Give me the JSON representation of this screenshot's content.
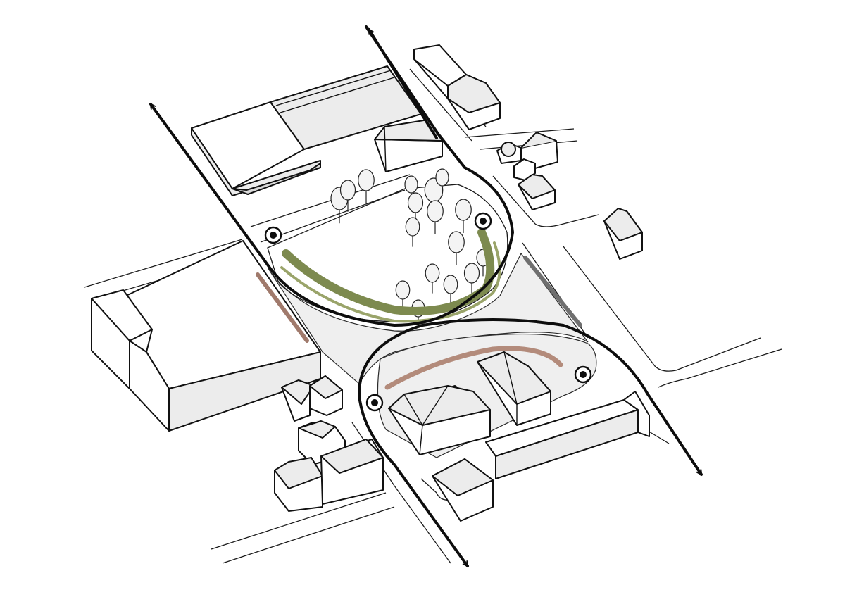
{
  "colors": {
    "background": "#ffffff",
    "ink": "#111111",
    "plaza_fill": "#efefef",
    "green_band": "#7d8a4f",
    "green_band_light": "#9aa46a",
    "brown_band": "#a07a6c",
    "brown_band_light": "#b38b7b",
    "grey_band": "#6f6f6f",
    "building_white": "#ffffff",
    "building_shade": "#ececec"
  },
  "legend_items": [],
  "access_points": 4,
  "trees": 17,
  "flows": [
    {
      "id": "northwest-arrow",
      "direction": "bidirectional"
    },
    {
      "id": "north-southeast-arrow",
      "direction": "bidirectional"
    },
    {
      "id": "south-arrow",
      "direction": "bidirectional"
    }
  ],
  "bands": [
    {
      "id": "park-edge",
      "color": "green"
    },
    {
      "id": "west-frontage",
      "color": "brown"
    },
    {
      "id": "south-block-edge",
      "color": "brown"
    },
    {
      "id": "east-frontage",
      "color": "grey"
    }
  ]
}
